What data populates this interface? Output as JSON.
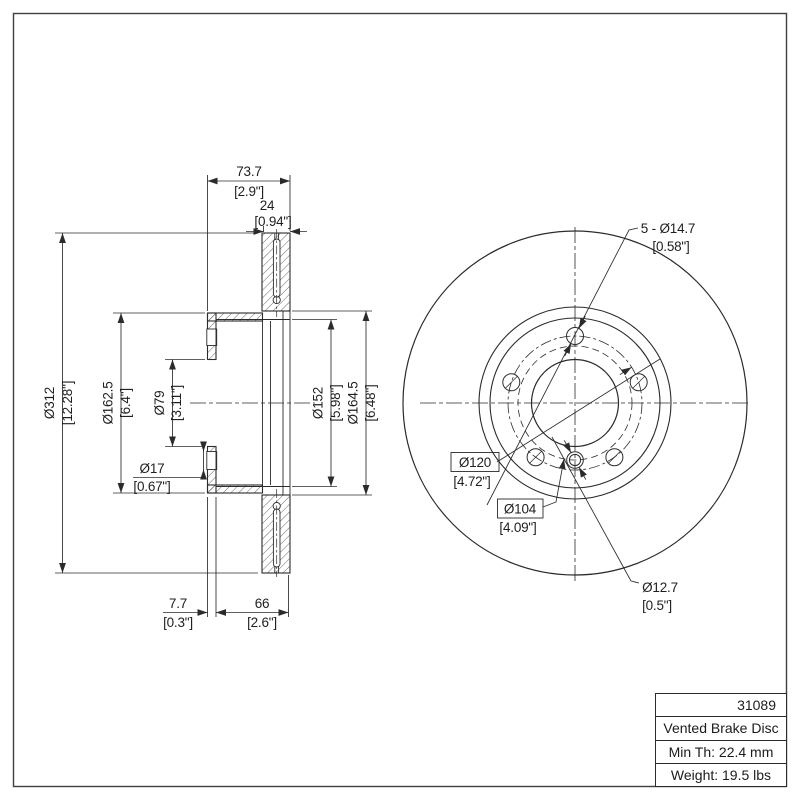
{
  "side_view": {
    "width_total": {
      "mm": "73.7",
      "in": "[2.9\"]"
    },
    "disc_thickness": {
      "mm": "24",
      "in": "[0.94\"]"
    },
    "outer_diameter": {
      "mm": "Ø312",
      "in": "[12.28\"]"
    },
    "hat_diameter": {
      "mm": "Ø162.5",
      "in": "[6.4\"]"
    },
    "center_bore": {
      "mm": "Ø79",
      "in": "[3.11\"]"
    },
    "screw_hole": {
      "mm": "Ø17",
      "in": "[0.67\"]"
    },
    "inner_diameter_1": {
      "mm": "Ø152",
      "in": "[5.98\"]"
    },
    "inner_diameter_2": {
      "mm": "Ø164.5",
      "in": "[6.48\"]"
    },
    "hat_wall": {
      "mm": "7.7",
      "in": "[0.3\"]"
    },
    "hat_depth": {
      "mm": "66",
      "in": "[2.6\"]"
    }
  },
  "front_view": {
    "bolt_holes": {
      "mm": "5 - Ø14.7",
      "in": "[0.58\"]"
    },
    "bolt_circle": {
      "mm": "Ø120",
      "in": "[4.72\"]"
    },
    "screw_circle": {
      "mm": "Ø104",
      "in": "[4.09\"]"
    },
    "set_screw": {
      "mm": "Ø12.7",
      "in": "[0.5\"]"
    }
  },
  "title_block": {
    "part_number": "31089",
    "product_name": "Vented Brake Disc",
    "min_thickness": "Min Th: 22.4 mm",
    "weight": "Weight: 19.5 lbs"
  },
  "colors": {
    "line": "#2b2b2b",
    "background": "#ffffff"
  }
}
